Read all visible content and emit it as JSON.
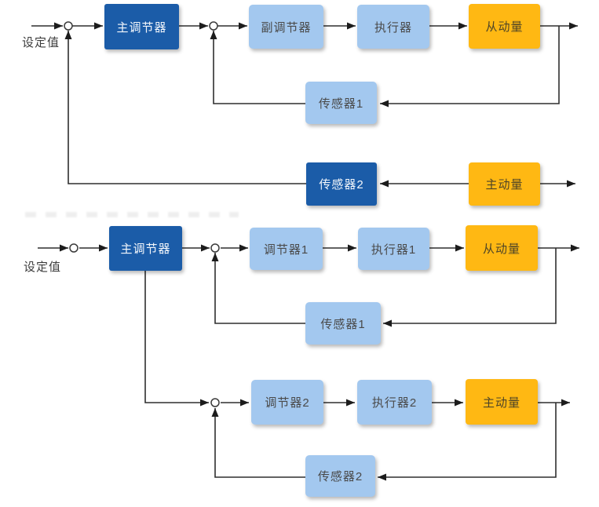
{
  "colors": {
    "dark_blue": "#1b5ca8",
    "light_blue": "#a3c8ef",
    "orange": "#ffb813",
    "wire": "#2f2f2f"
  },
  "top_diagram": {
    "setpoint": "设定值",
    "main_controller": "主调节器",
    "secondary_controller": "副调节器",
    "actuator": "执行器",
    "follower_variable": "从动量",
    "sensor1": "传感器1",
    "sensor2": "传感器2",
    "primary_variable": "主动量"
  },
  "bottom_diagram": {
    "setpoint": "设定值",
    "main_controller": "主调节器",
    "controller1": "调节器1",
    "actuator1": "执行器1",
    "follower_variable": "从动量",
    "sensor1": "传感器1",
    "controller2": "调节器2",
    "actuator2": "执行器2",
    "primary_variable": "主动量",
    "sensor2": "传感器2"
  }
}
